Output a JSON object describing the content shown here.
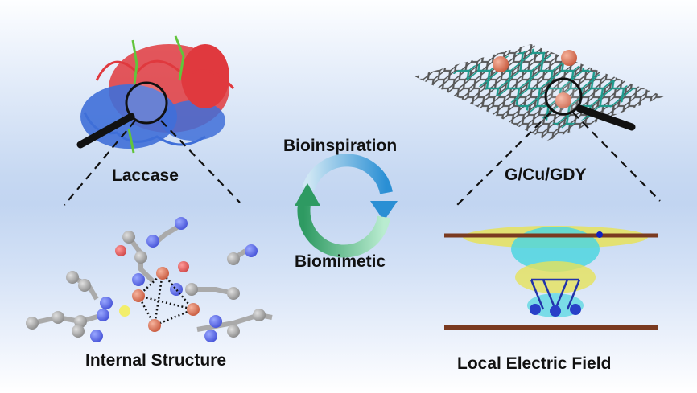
{
  "panels": {
    "laccase": {
      "label": "Laccase"
    },
    "internal_structure": {
      "label": "Internal Structure"
    },
    "gcugdy": {
      "label": "G/Cu/GDY"
    },
    "local_field": {
      "label": "Local Electric Field"
    }
  },
  "cycle": {
    "top_label": "Bioinspiration",
    "bottom_label": "Biomimetic"
  },
  "colors": {
    "protein_red": "#e0393e",
    "protein_blue": "#3f6fd8",
    "cofactor_green": "#62c43b",
    "graphene_gray": "#6b6b6b",
    "gdy_teal": "#1d9a8c",
    "copper": "#e07a5f",
    "arrow_blue": "#2a8fd4",
    "arrow_green": "#2e9a62",
    "iso_yellow": "#e6e25a",
    "iso_cyan": "#4fd6df"
  }
}
